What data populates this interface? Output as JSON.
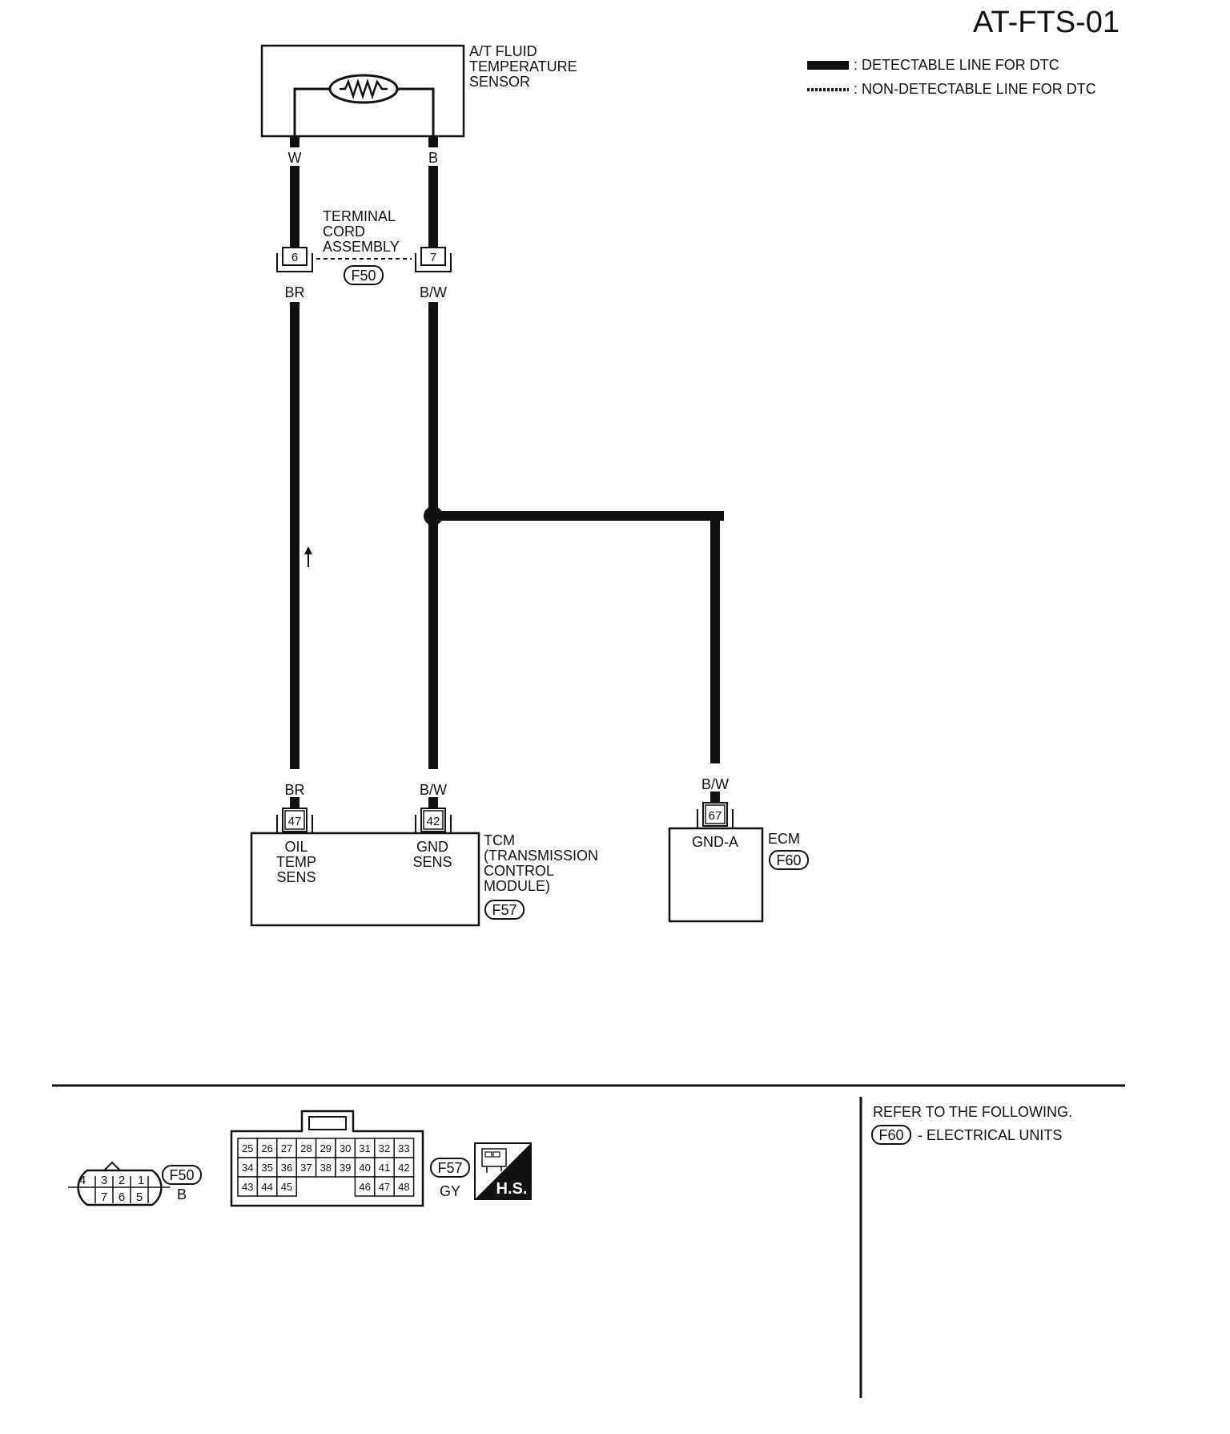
{
  "diagram_id": "AT-FTS-01",
  "legend": {
    "detectable": ": DETECTABLE LINE FOR DTC",
    "non_detectable": ": NON-DETECTABLE LINE FOR DTC"
  },
  "sensor": {
    "name_lines": [
      "A/T FLUID",
      "TEMPERATURE",
      "SENSOR"
    ],
    "wire_left": "W",
    "wire_right": "B"
  },
  "terminal_cord": {
    "name_lines": [
      "TERMINAL",
      "CORD",
      "ASSEMBLY"
    ],
    "connector": "F50",
    "pin_left": "6",
    "pin_right": "7",
    "wire_left_below": "BR",
    "wire_right_below": "B/W"
  },
  "tcm": {
    "wire_left": "BR",
    "wire_right": "B/W",
    "pin_left": "47",
    "pin_right": "42",
    "pin_left_name": [
      "OIL",
      "TEMP",
      "SENS"
    ],
    "pin_right_name": [
      "GND",
      "SENS"
    ],
    "name_lines": [
      "TCM",
      "(TRANSMISSION",
      "CONTROL",
      "MODULE)"
    ],
    "connector": "F57"
  },
  "ecm": {
    "wire": "B/W",
    "pin": "67",
    "pin_name": "GND-A",
    "name": "ECM",
    "connector": "F60"
  },
  "connectors": {
    "f50": {
      "id": "F50",
      "color": "B",
      "top_row": [
        "4",
        "3",
        "2",
        "1"
      ],
      "bottom_row": [
        "7",
        "6",
        "5"
      ]
    },
    "f57": {
      "id": "F57",
      "color": "GY",
      "row1": [
        "25",
        "26",
        "27",
        "28",
        "29",
        "30",
        "31",
        "32",
        "33"
      ],
      "row2": [
        "34",
        "35",
        "36",
        "37",
        "38",
        "39",
        "40",
        "41",
        "42"
      ],
      "row3_left": [
        "43",
        "44",
        "45"
      ],
      "row3_right": [
        "46",
        "47",
        "48"
      ]
    },
    "hs_label": "H.S."
  },
  "refer": {
    "line1": "REFER TO THE FOLLOWING.",
    "connector": "F60",
    "line2": "- ELECTRICAL UNITS"
  }
}
